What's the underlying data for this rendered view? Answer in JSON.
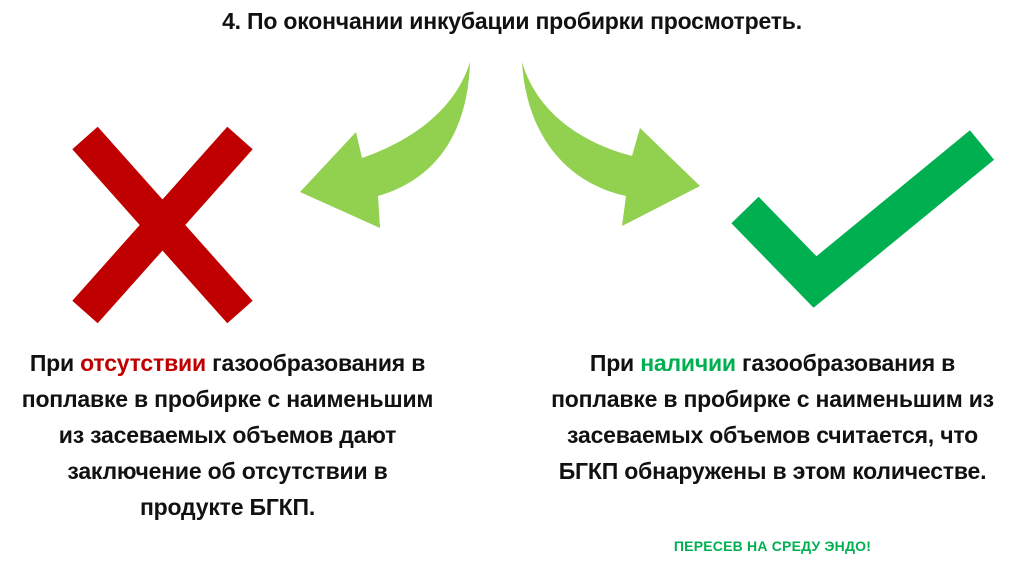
{
  "title": "4. По окончании инкубации пробирки просмотреть.",
  "left": {
    "prefix": "При ",
    "highlight": "отсутствии",
    "rest": " газообразования в поплавке в пробирке с наименьшим из засеваемых объемов дают заключение об отсутствии в продукте БГКП.",
    "icon": "cross-icon"
  },
  "right": {
    "prefix": "При ",
    "highlight": "наличии",
    "rest": " газообразования в поплавке в пробирке с наименьшим из засеваемых объемов считается, что БГКП обнаружены в этом количестве.",
    "icon": "check-icon"
  },
  "note": "ПЕРЕСЕВ НА СРЕДУ ЭНДО!",
  "colors": {
    "cross": "#c00000",
    "check": "#00b050",
    "arrow": "#92d050",
    "highlight_negative": "#c00000",
    "highlight_positive": "#00b050",
    "note": "#00b050"
  }
}
